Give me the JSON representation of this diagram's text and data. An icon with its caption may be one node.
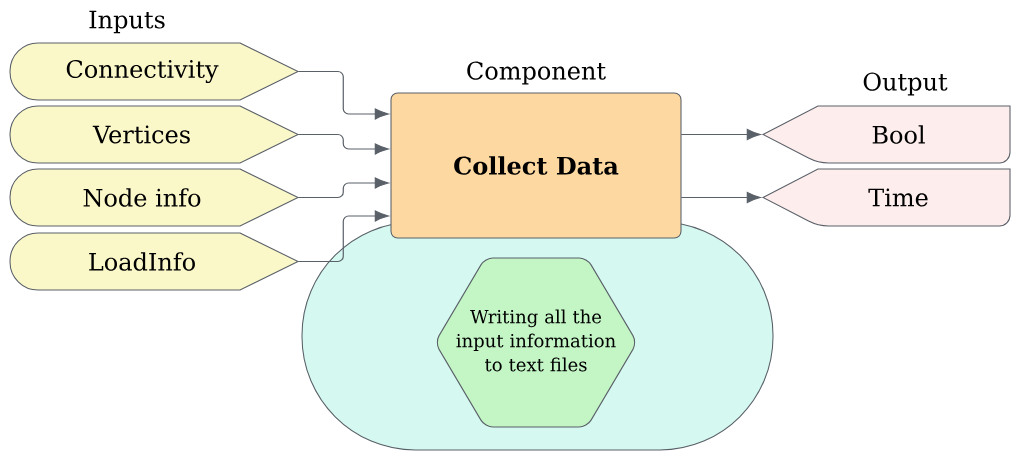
{
  "diagram": {
    "nodes": [
      {
        "text": [
          "Connectivity"
        ]
      },
      {
        "text": [
          "Vertices"
        ]
      },
      {
        "text": [
          "Node info"
        ]
      },
      {
        "text": [
          "LoadInfo"
        ]
      },
      {
        "text": [
          "Component",
          "Collect Data"
        ]
      },
      {
        "text": [
          "Bool"
        ]
      },
      {
        "text": [
          "Time"
        ]
      },
      {
        "text": [],
        "shape": "stadium"
      },
      {
        "text": [
          "Writing all the input information to text files"
        ],
        "in": 7
      }
    ],
    "edges": [
      {
        "from": 0,
        "to": 4,
        "arrow": "to"
      },
      {
        "from": 1,
        "to": 4,
        "arrow": "to"
      },
      {
        "from": 2,
        "to": 4,
        "arrow": "to"
      },
      {
        "from": 3,
        "to": 4,
        "arrow": "to"
      },
      {
        "from": 4,
        "to": 5,
        "arrow": "to"
      },
      {
        "from": 4,
        "to": 6,
        "arrow": "to"
      }
    ],
    "labels": [
      "Inputs",
      "Output"
    ]
  }
}
